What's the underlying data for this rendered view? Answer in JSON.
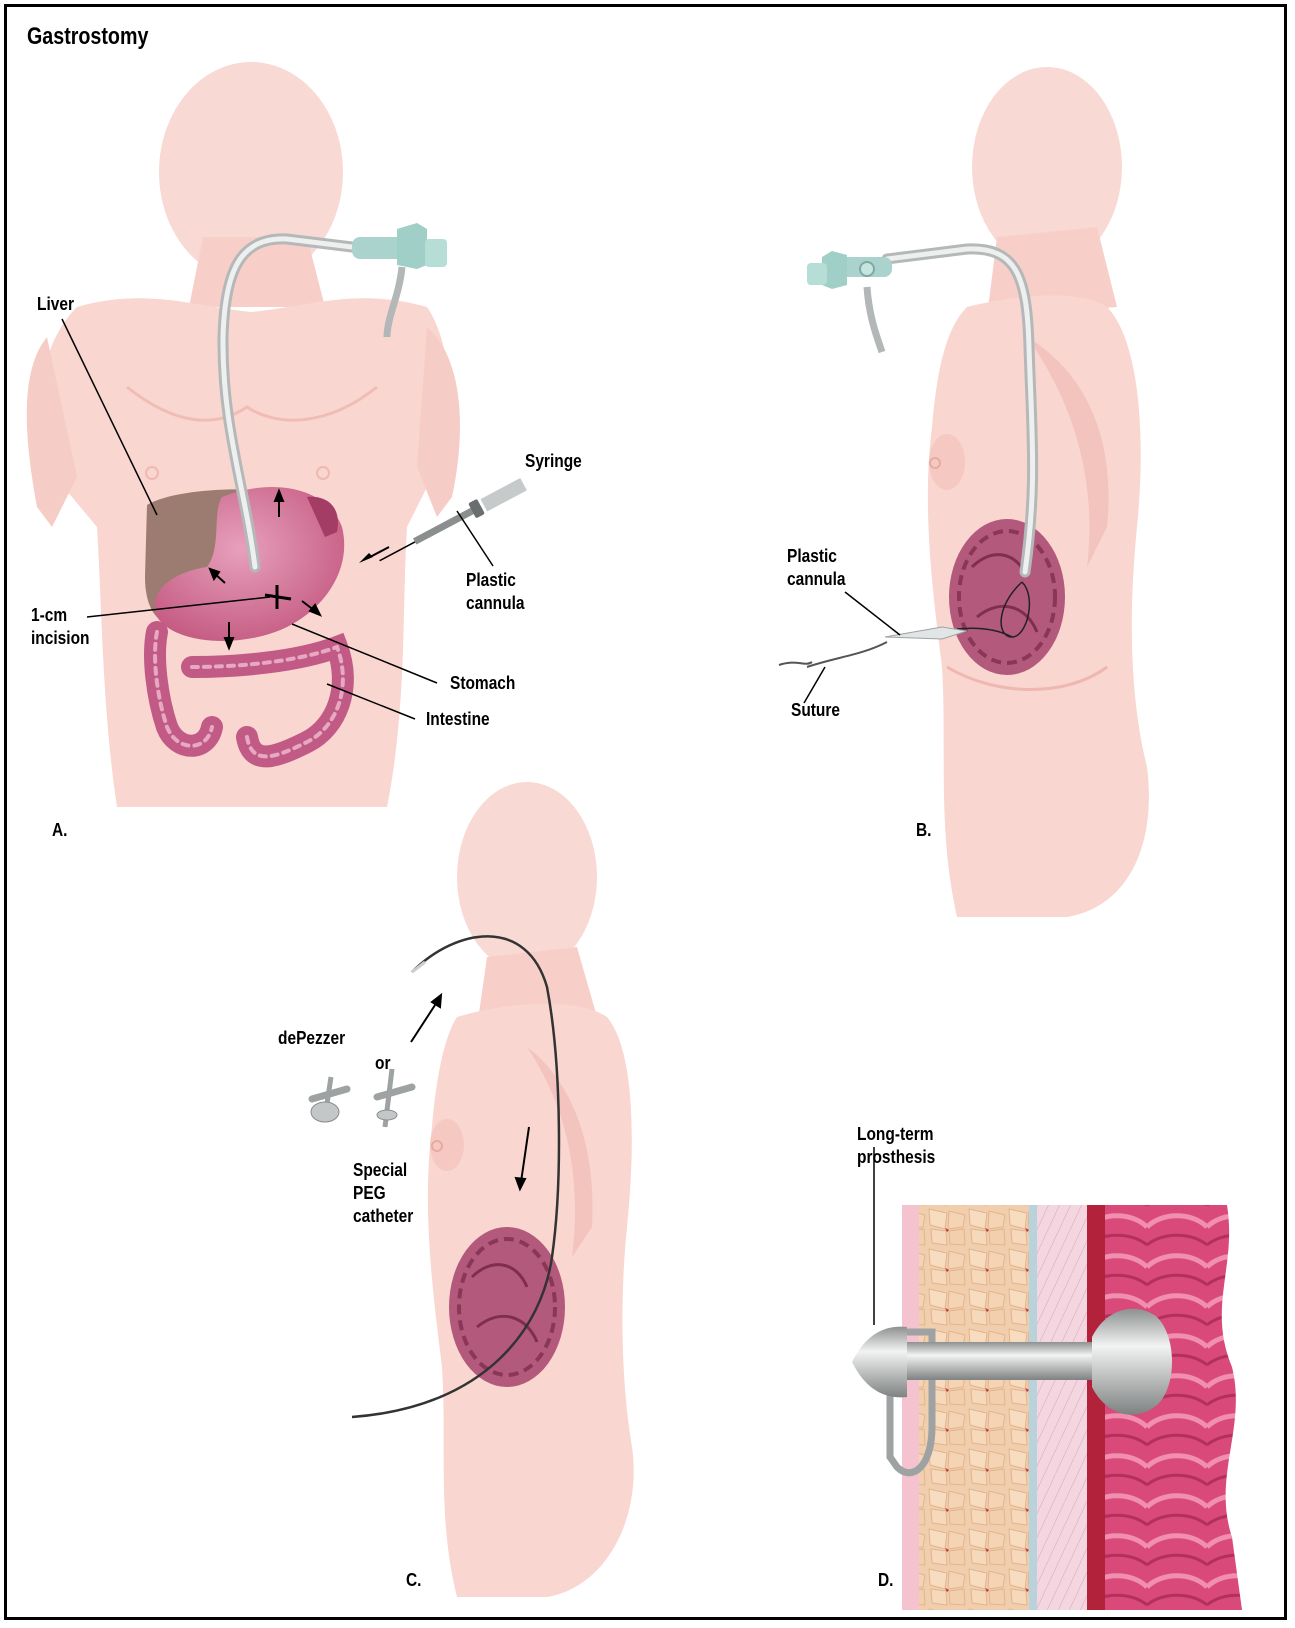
{
  "title": "Gastrostomy",
  "panels": {
    "a": {
      "letter": "A.",
      "labels": {
        "liver": "Liver",
        "syringe": "Syringe",
        "cannula": "Plastic\ncannula",
        "incision": "1-cm\nincision",
        "stomach": "Stomach",
        "intestine": "Intestine"
      }
    },
    "b": {
      "letter": "B.",
      "labels": {
        "cannula": "Plastic\ncannula",
        "suture": "Suture"
      }
    },
    "c": {
      "letter": "C.",
      "labels": {
        "depezzer": "dePezzer",
        "or": "or",
        "peg": "Special\nPEG\ncatheter"
      }
    },
    "d": {
      "letter": "D.",
      "labels": {
        "prosthesis": "Long-term\nprosthesis"
      }
    }
  },
  "colors": {
    "body": "#f9d6d0",
    "body_dark": "#f2c2bb",
    "stomach": "#d36d92",
    "stomach_dark": "#8d3a55",
    "liver": "#9b7a6e",
    "intestine": "#c25a86",
    "tube": "#d9dcdc",
    "fat": "#efc9a8",
    "muscle": "#d8294f"
  }
}
